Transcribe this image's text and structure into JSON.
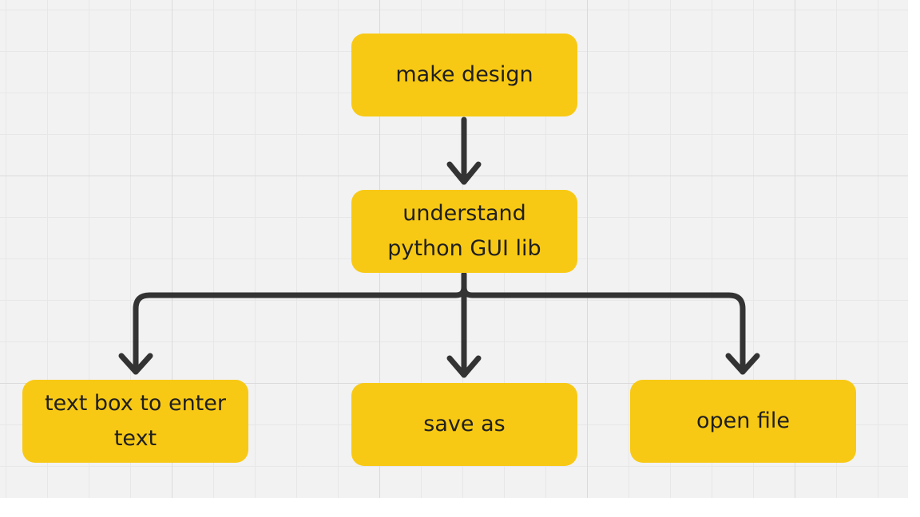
{
  "colors": {
    "node_fill": "#f8c914",
    "node_text": "#1f1f1f",
    "connector": "#333333",
    "canvas": "#f2f2f2"
  },
  "nodes": {
    "make_design": {
      "label": "make design"
    },
    "understand_gui": {
      "label": "understand python GUI lib"
    },
    "text_box": {
      "label": "text box to enter text"
    },
    "save_as": {
      "label": "save as"
    },
    "open_file": {
      "label": "open file"
    }
  }
}
